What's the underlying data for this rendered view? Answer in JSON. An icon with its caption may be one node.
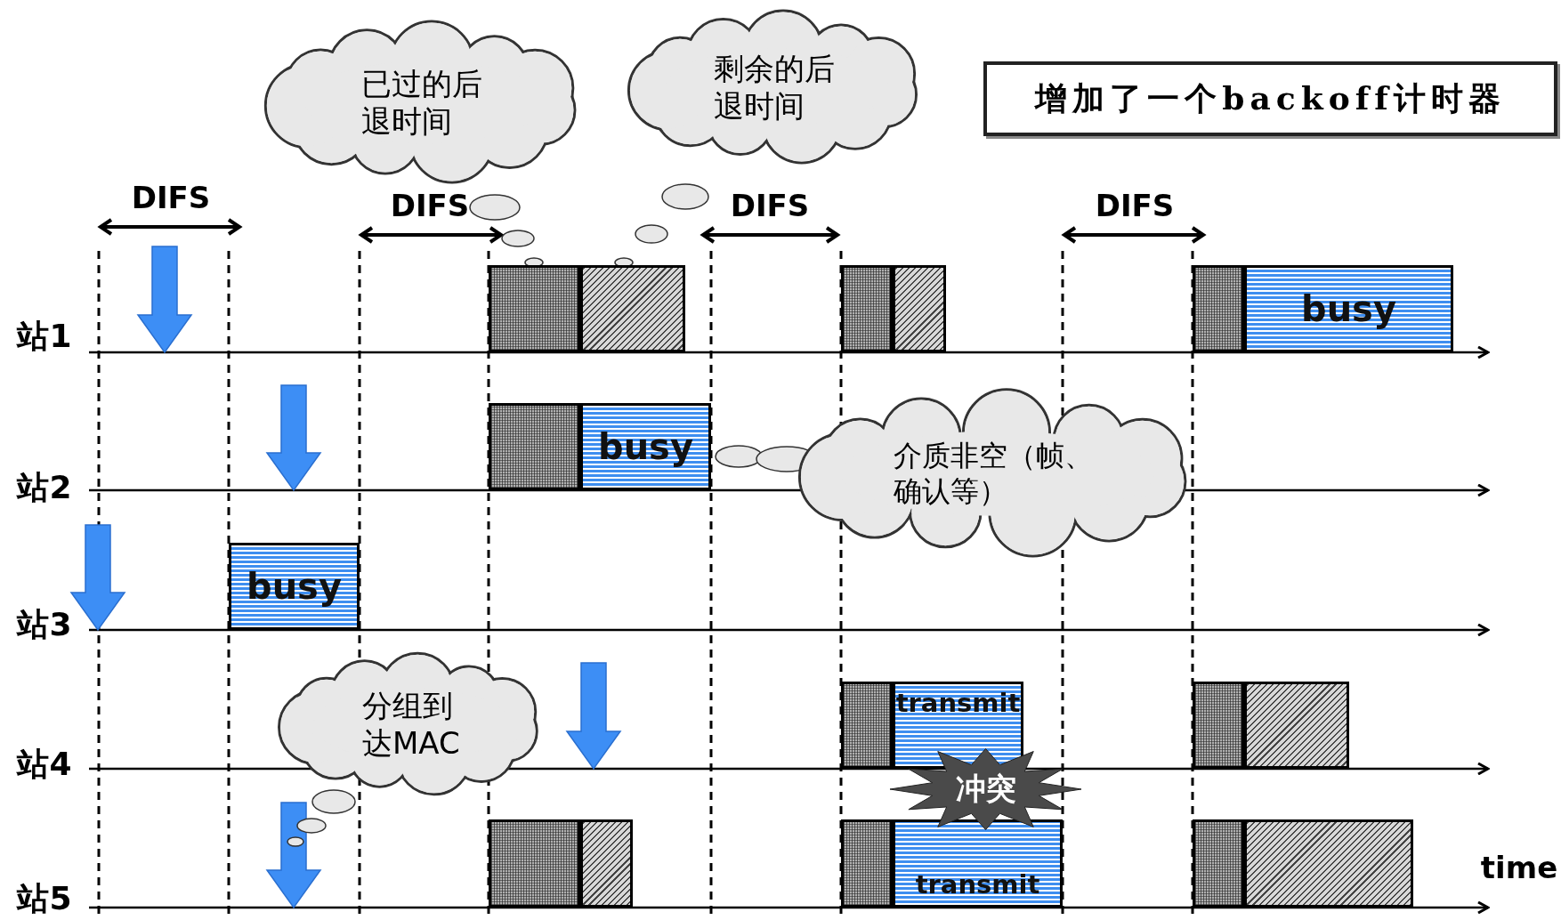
{
  "diagram": {
    "nodes": [
      {
        "text": [
          "已过的后退时间"
        ]
      },
      {
        "text": [
          "剩余的后退时间"
        ]
      },
      {
        "text": [
          "增加了一个backoff计时器"
        ]
      },
      {
        "text": [],
        "shape": "bar"
      },
      {
        "text": [],
        "shape": "bar"
      },
      {
        "text": [],
        "shape": "bar"
      },
      {
        "text": [],
        "shape": "bar"
      },
      {
        "text": [],
        "shape": "bar"
      },
      {
        "text": [
          "busy"
        ]
      },
      {
        "text": [],
        "shape": "bar"
      },
      {
        "text": [
          "busy"
        ]
      },
      {
        "text": [
          "介质非空（帧、确认等）"
        ]
      },
      {
        "text": [
          "busy"
        ]
      },
      {
        "text": [
          "分组到达MAC"
        ]
      },
      {
        "text": [],
        "shape": "bar"
      },
      {
        "text": [
          "transmit"
        ]
      },
      {
        "text": [],
        "shape": "bar"
      },
      {
        "text": [],
        "shape": "bar"
      },
      {
        "text": [
          "冲突"
        ]
      },
      {
        "text": [],
        "shape": "bar"
      },
      {
        "text": [],
        "shape": "bar"
      },
      {
        "text": [],
        "shape": "bar"
      },
      {
        "text": [
          "transmit"
        ]
      },
      {
        "text": [],
        "shape": "bar"
      },
      {
        "text": [],
        "shape": "bar"
      }
    ],
    "labels": [
      "DIFS",
      "DIFS",
      "DIFS",
      "DIFS",
      "站1",
      "站2",
      "站3",
      "站4",
      "站5",
      "time"
    ]
  }
}
